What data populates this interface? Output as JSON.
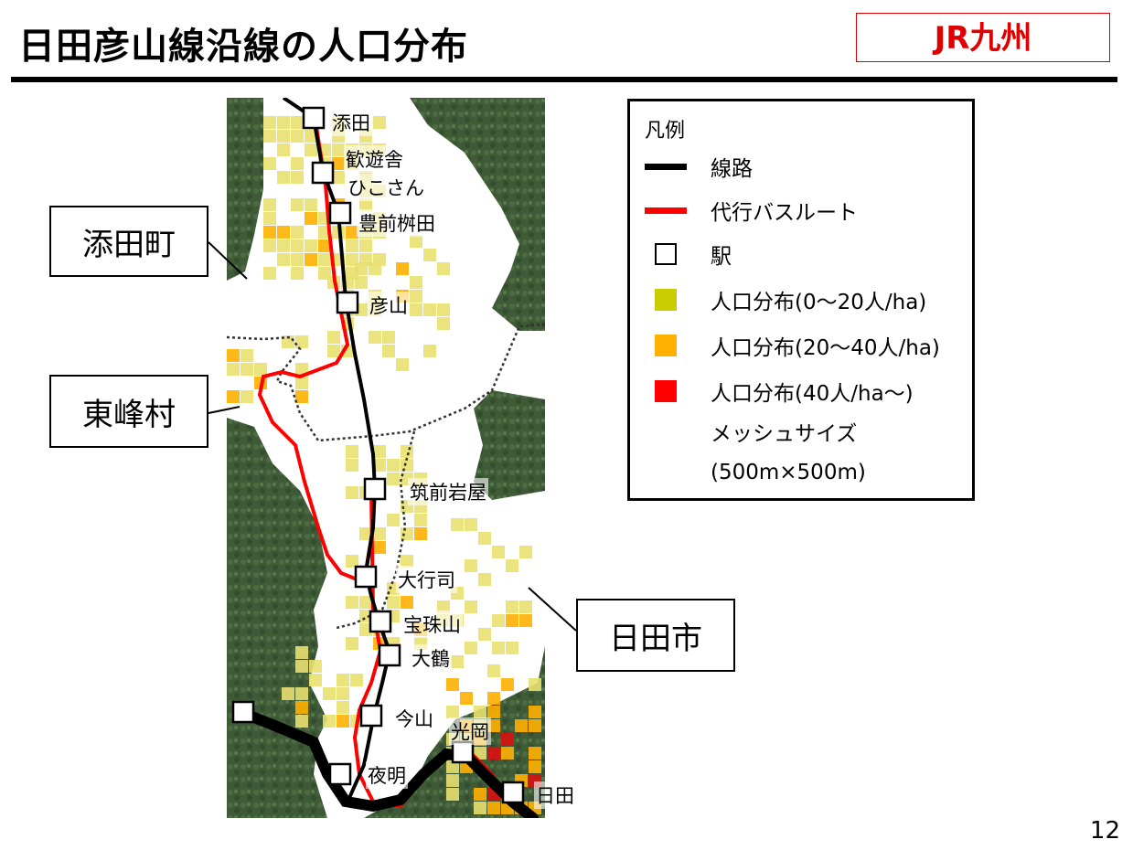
{
  "header": {
    "title": "日田彦山線沿線の人口分布",
    "company": "JR九州",
    "page_number": "12"
  },
  "callouts": {
    "soeda": "添田町",
    "toho": "東峰村",
    "hita": "日田市"
  },
  "legend": {
    "title": "凡例",
    "items": [
      {
        "label": "線路",
        "symbol": "black-line",
        "color": "#000000"
      },
      {
        "label": "代行バスルート",
        "symbol": "red-line",
        "color": "#ff0000"
      },
      {
        "label": "駅",
        "symbol": "station-box",
        "color": "#ffffff"
      },
      {
        "label": "人口分布(0〜20人/ha)",
        "symbol": "square",
        "color": "#c8cc00"
      },
      {
        "label": "人口分布(20〜40人/ha)",
        "symbol": "square",
        "color": "#ffb000"
      },
      {
        "label": "人口分布(40人/ha〜)",
        "symbol": "square",
        "color": "#ff0000"
      }
    ],
    "mesh_line1": "メッシュサイズ",
    "mesh_line2": "(500m×500m)"
  },
  "stations": [
    {
      "name": "添田"
    },
    {
      "name": "歓遊舎"
    },
    {
      "name": "ひこさん"
    },
    {
      "name": "豊前桝田"
    },
    {
      "name": "彦山"
    },
    {
      "name": "筑前岩屋"
    },
    {
      "name": "大行司"
    },
    {
      "name": "宝珠山"
    },
    {
      "name": "大鶴"
    },
    {
      "name": "今山"
    },
    {
      "name": "光岡"
    },
    {
      "name": "夜明"
    },
    {
      "name": "日田"
    }
  ],
  "colors": {
    "rail": "#000000",
    "bus": "#ff0000",
    "pop_low": "#e8e070",
    "pop_mid": "#ffb000",
    "pop_high": "#d81010",
    "forest": "#3e5a36",
    "accent_red": "#e00000"
  }
}
